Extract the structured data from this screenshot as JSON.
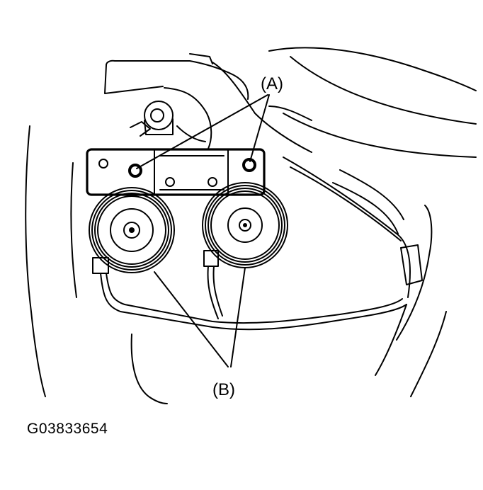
{
  "callouts": {
    "a": "(A)",
    "b": "(B)"
  },
  "figure_code": "G03833654"
}
